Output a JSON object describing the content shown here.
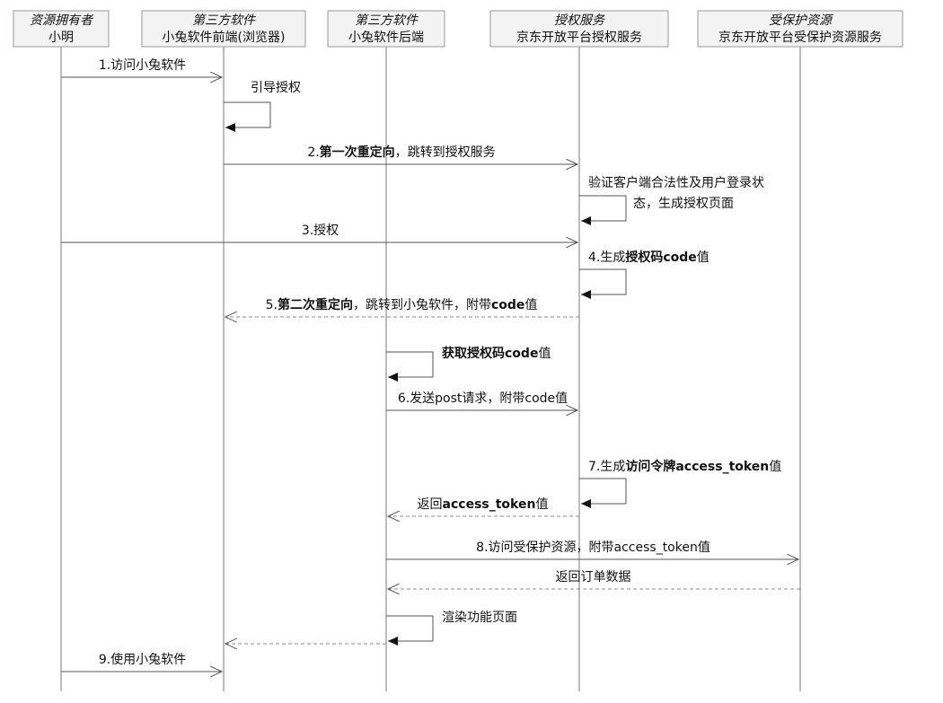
{
  "participants": [
    {
      "id": "owner",
      "title": "资源拥有者",
      "subtitle": "小明"
    },
    {
      "id": "front",
      "title": "第三方软件",
      "subtitle": "小兔软件前端(浏览器)"
    },
    {
      "id": "back",
      "title": "第三方软件",
      "subtitle": "小兔软件后端"
    },
    {
      "id": "auth",
      "title": "授权服务",
      "subtitle": "京东开放平台授权服务"
    },
    {
      "id": "res",
      "title": "受保护资源",
      "subtitle": "京东开放平台受保护资源服务"
    }
  ],
  "messages": [
    {
      "from": "owner",
      "to": "front",
      "kind": "call",
      "label": [
        {
          "t": "1.访问小兔软件",
          "b": false
        }
      ]
    },
    {
      "from": "front",
      "to": "front",
      "kind": "self",
      "label": [
        {
          "t": "引导授权",
          "b": false
        }
      ]
    },
    {
      "from": "front",
      "to": "auth",
      "kind": "call",
      "label": [
        {
          "t": "2.",
          "b": false
        },
        {
          "t": "第一次重定向",
          "b": true
        },
        {
          "t": "，跳转到授权服务",
          "b": false
        }
      ]
    },
    {
      "from": "auth",
      "to": "auth",
      "kind": "self",
      "label": [
        {
          "t": "验证客户端合法性及用户登录状",
          "b": false
        }
      ],
      "label2": [
        {
          "t": "态，生成授权页面",
          "b": false
        }
      ]
    },
    {
      "from": "owner",
      "to": "auth",
      "kind": "call",
      "label": [
        {
          "t": "3.授权",
          "b": false
        }
      ]
    },
    {
      "from": "auth",
      "to": "auth",
      "kind": "self",
      "label": [
        {
          "t": "4.生成",
          "b": false
        },
        {
          "t": "授权码code",
          "b": true
        },
        {
          "t": "值",
          "b": false
        }
      ]
    },
    {
      "from": "auth",
      "to": "front",
      "kind": "return",
      "label": [
        {
          "t": "5.",
          "b": false
        },
        {
          "t": "第二次重定向",
          "b": true
        },
        {
          "t": "，跳转到小兔软件，附带",
          "b": false
        },
        {
          "t": "code",
          "b": true
        },
        {
          "t": "值",
          "b": false
        }
      ]
    },
    {
      "from": "back",
      "to": "back",
      "kind": "self",
      "label": [
        {
          "t": "获取授权码code",
          "b": true
        },
        {
          "t": "值",
          "b": false
        }
      ]
    },
    {
      "from": "back",
      "to": "auth",
      "kind": "call",
      "label": [
        {
          "t": "6.发送post请求，附带code值",
          "b": false
        }
      ]
    },
    {
      "from": "auth",
      "to": "auth",
      "kind": "self",
      "label": [
        {
          "t": "7.生成",
          "b": false
        },
        {
          "t": "访问令牌access_token",
          "b": true
        },
        {
          "t": "值",
          "b": false
        }
      ]
    },
    {
      "from": "auth",
      "to": "back",
      "kind": "return",
      "label": [
        {
          "t": "返回",
          "b": false
        },
        {
          "t": "access_token",
          "b": true
        },
        {
          "t": "值",
          "b": false
        }
      ]
    },
    {
      "from": "back",
      "to": "res",
      "kind": "call",
      "label": [
        {
          "t": "8.访问受保护资源，附带access_token值",
          "b": false
        }
      ]
    },
    {
      "from": "res",
      "to": "back",
      "kind": "return",
      "label": [
        {
          "t": "返回订单数据",
          "b": false
        }
      ]
    },
    {
      "from": "back",
      "to": "back",
      "kind": "self",
      "label": [
        {
          "t": "渲染功能页面",
          "b": false
        }
      ]
    },
    {
      "from": "back",
      "to": "front",
      "kind": "return",
      "label": []
    },
    {
      "from": "owner",
      "to": "front",
      "kind": "call",
      "label": [
        {
          "t": "9.使用小兔软件",
          "b": false
        }
      ]
    }
  ]
}
